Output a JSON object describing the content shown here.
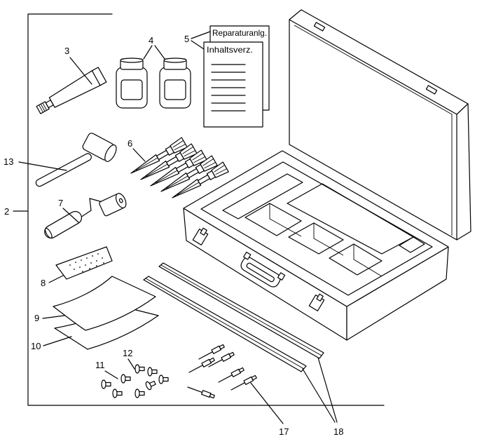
{
  "callouts": {
    "n2": "2",
    "n3": "3",
    "n4": "4",
    "n5": "5",
    "n6": "6",
    "n7": "7",
    "n8": "8",
    "n9": "9",
    "n10": "10",
    "n11": "11",
    "n12": "12",
    "n13": "13",
    "n17": "17",
    "n18": "18"
  },
  "documents": {
    "repair_instructions": "Reparaturanlg.",
    "contents_list": "Inhaltsverz."
  },
  "colors": {
    "line": "#000000",
    "background": "#ffffff"
  }
}
